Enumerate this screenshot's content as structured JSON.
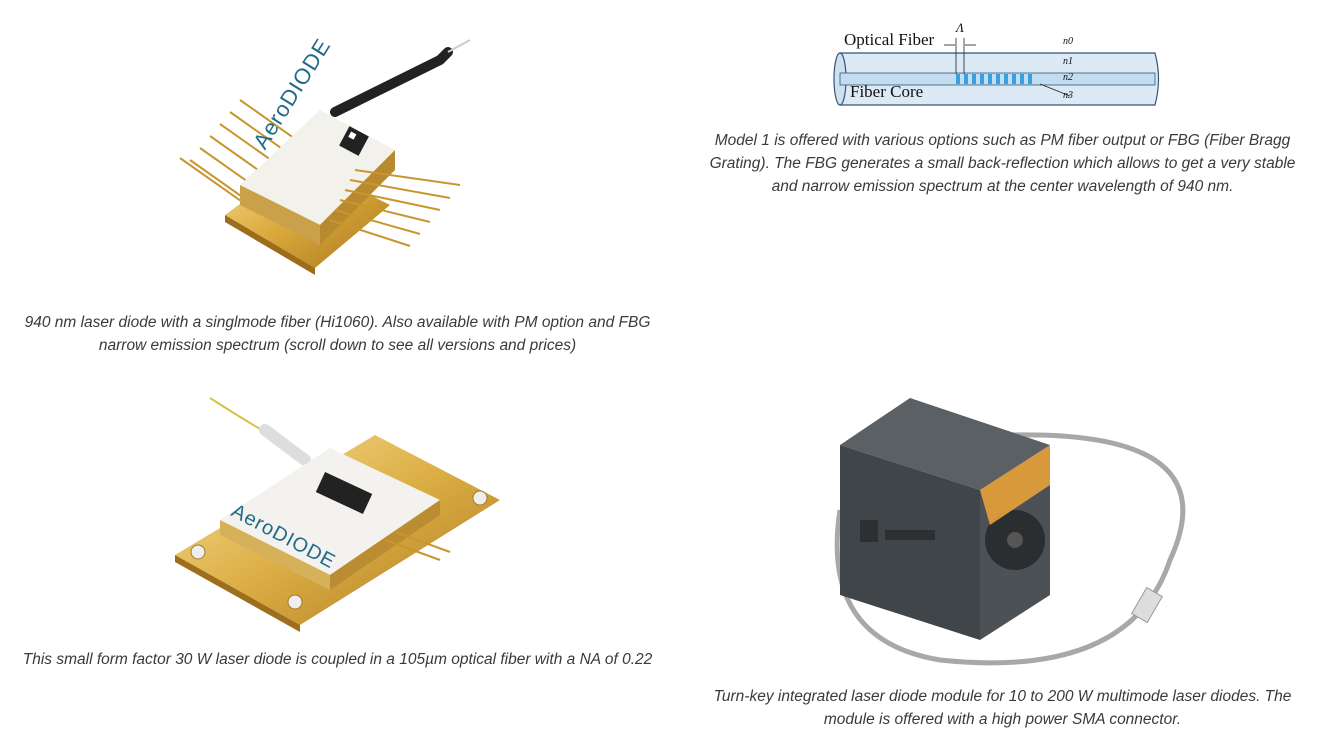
{
  "products": [
    {
      "caption": "940 nm laser diode with a singlmode fiber (Hi1060). Also available with PM option and FBG narrow emission spectrum (scroll down to see all versions and prices)",
      "logo_text": "AeroDIODE"
    },
    {
      "caption": "Model 1 is offered with various options such as PM fiber output or FBG (Fiber Bragg Grating). The FBG generates a small back-reflection which allows to get a very stable and narrow emission spectrum at the center wavelength of 940 nm.",
      "diagram": {
        "label_fiber": "Optical Fiber",
        "label_core": "Fiber Core",
        "label_period": "Λ",
        "index_labels": [
          "n0",
          "n1",
          "n2",
          "n3"
        ]
      }
    },
    {
      "caption": "This small form factor 30 W laser diode is coupled in a 105µm optical fiber with a NA of 0.22",
      "logo_text": "AeroDIODE"
    },
    {
      "caption": "Turn-key integrated laser diode module for 10 to 200 W multimode laser diodes. The module is offered with a high power SMA connector."
    }
  ],
  "colors": {
    "gold": "#d9a73a",
    "gold_light": "#f3d47a",
    "module_gray": "#4a5054",
    "accent_orange": "#e8a13a"
  }
}
